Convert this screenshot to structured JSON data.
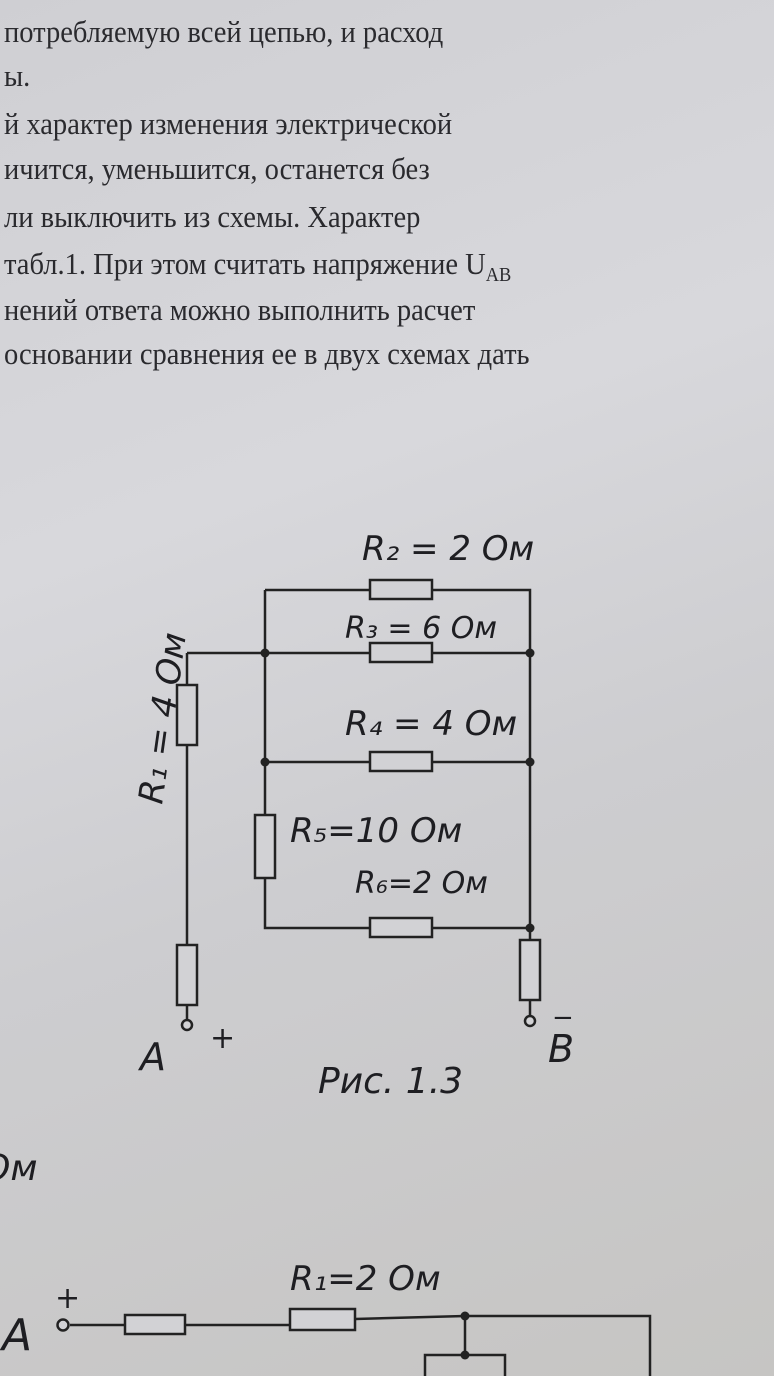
{
  "text_lines": [
    "потребляемую всей цепью, и расход",
    "ы.",
    "й характер изменения электрической",
    "ичится, уменьшится, останется без",
    "ли выключить из схемы. Характер",
    " табл.1. При этом считать напряжение U",
    "нений ответа можно выполнить расчет",
    " основании сравнения ее в двух схемах дать"
  ],
  "uab_subscript": "AB",
  "figure1": {
    "labels": {
      "r1": "R₁ = 4 Ом",
      "r2": "R₂ = 2 Ом",
      "r3": "R₃ = 6 Ом",
      "r4": "R₄ = 4 Ом",
      "r5": "R₅=10 Ом",
      "r6": "R₆=2 Ом"
    },
    "terminal_a": "A",
    "terminal_a_sign": "+",
    "terminal_b": "B",
    "terminal_b_sign": "−",
    "caption": "Рис. 1.3"
  },
  "fragment_left": "Ом",
  "figure2": {
    "terminal_a": "A",
    "terminal_a_sign": "+",
    "r1": "R₁=2 Ом"
  }
}
